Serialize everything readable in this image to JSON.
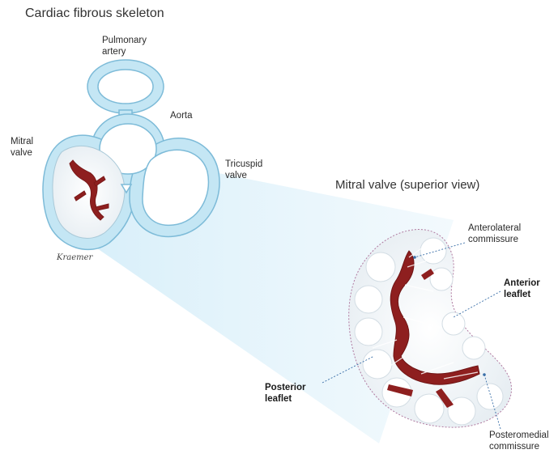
{
  "titles": {
    "skeleton": "Cardiac fibrous skeleton",
    "mitral_view": "Mitral valve (superior view)"
  },
  "skeleton_labels": {
    "pulmonary": "Pulmonary\nartery",
    "aorta": "Aorta",
    "mitral": "Mitral\nvalve",
    "tricuspid": "Tricuspid\nvalve"
  },
  "mitral_labels": {
    "anterolateral": "Anterolateral\ncommissure",
    "anterior": "Anterior\nleaflet",
    "posterior": "Posterior\nleaflet",
    "posteromedial": "Posteromedial\ncommissure"
  },
  "signature": "Kraemer",
  "colors": {
    "ring_fill": "#bfe3f2",
    "ring_stroke": "#6fb4d4",
    "beam": "#c9e8f6",
    "tissue_dark": "#8e1f1f",
    "tissue_white": "#f4f6f8",
    "leader": "#3a6fa8"
  }
}
